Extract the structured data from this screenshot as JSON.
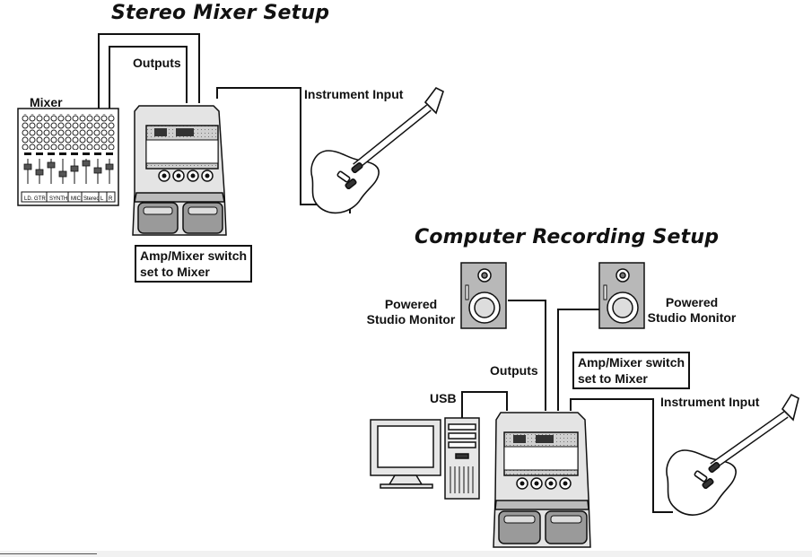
{
  "stereo_setup": {
    "title": "Stereo Mixer Setup",
    "label_outputs": "Outputs",
    "label_mixer": "Mixer",
    "label_instrument_input": "Instrument Input",
    "switch_note": {
      "line1": "Amp/Mixer switch",
      "line2": "set to Mixer"
    },
    "mixer_channel_labels": [
      "LD. GTR",
      "SYNTH",
      "MIC",
      "Stereo",
      "L",
      "R"
    ]
  },
  "computer_setup": {
    "title": "Computer Recording Setup",
    "monitor_left": {
      "line1": "Powered",
      "line2": "Studio Monitor"
    },
    "monitor_right": {
      "line1": "Powered",
      "line2": "Studio Monitor"
    },
    "label_outputs": "Outputs",
    "label_usb": "USB",
    "label_instrument_input": "Instrument Input",
    "switch_note": {
      "line1": "Amp/Mixer switch",
      "line2": "set to Mixer"
    }
  },
  "colors": {
    "line": "#111111",
    "grey": "#8a8a8a",
    "light_grey": "#d0d0d0",
    "background": "#ffffff"
  }
}
